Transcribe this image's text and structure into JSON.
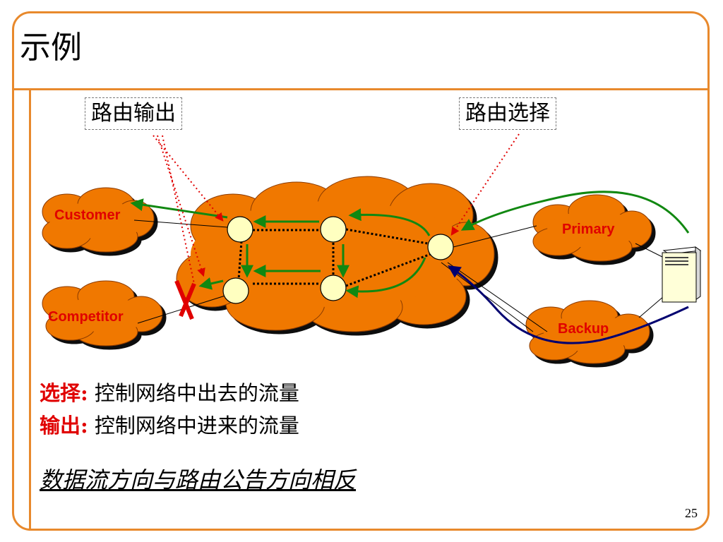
{
  "title": "示例",
  "callouts": {
    "route_export": "路由输出",
    "route_select": "路由选择"
  },
  "clouds": {
    "customer": "Customer",
    "competitor": "Competitor",
    "primary": "Primary",
    "backup": "Backup"
  },
  "notes": {
    "select_label": "选择:",
    "select_text": " 控制网络中出去的流量",
    "export_label": "输出:",
    "export_text": " 控制网络中进来的流量",
    "summary": "数据流方向与路由公告方向相反"
  },
  "page_number": "25",
  "colors": {
    "frame": "#e8892c",
    "cloud_main": "#f07800",
    "arrow_green": "#118811",
    "arrow_navy": "#000070",
    "callout_line": "#e00000",
    "label_red": "#e00000"
  }
}
